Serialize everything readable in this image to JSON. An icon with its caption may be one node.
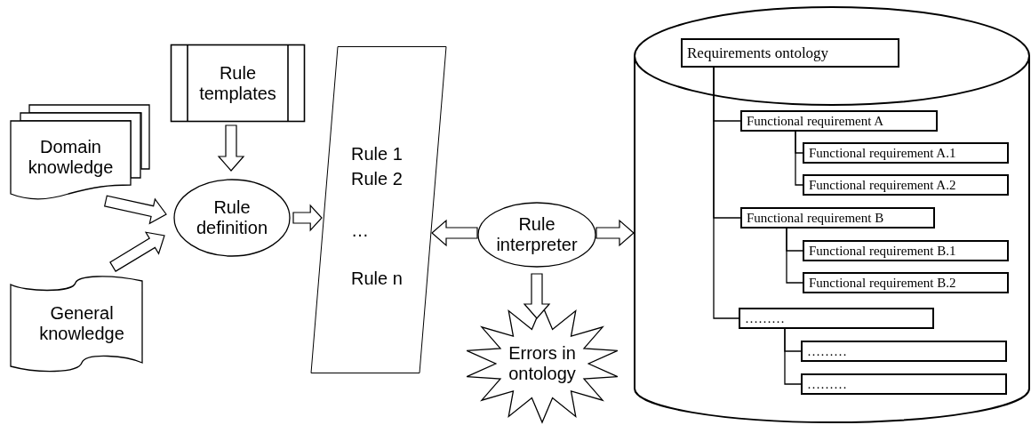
{
  "diagram": {
    "nodes": [
      {
        "text": [
          "Rule templates"
        ]
      },
      {
        "text": [
          "Domain knowledge"
        ]
      },
      {
        "text": [
          "Rule definition"
        ]
      },
      {
        "text": [
          "General knowledge"
        ]
      },
      {
        "text": [
          "Rule 1",
          "Rule 2",
          "…",
          "Rule n"
        ]
      },
      {
        "text": [
          "Rule interpreter"
        ]
      },
      {
        "text": [
          "Errors in ontology"
        ]
      },
      {
        "text": [],
        "shape": "cylinder"
      },
      {
        "text": [
          "Requirements ontology"
        ],
        "in": 7
      },
      {
        "text": [
          "Functional requirement A"
        ],
        "in": 7
      },
      {
        "text": [
          "Functional requirement A.1"
        ],
        "in": 7
      },
      {
        "text": [
          "Functional requirement A.2"
        ],
        "in": 7
      },
      {
        "text": [
          "Functional requirement B"
        ],
        "in": 7
      },
      {
        "text": [
          "Functional requirement B.1"
        ],
        "in": 7
      },
      {
        "text": [
          "Functional requirement B.2"
        ],
        "in": 7
      },
      {
        "text": [
          "………"
        ],
        "in": 7
      },
      {
        "text": [
          "………"
        ],
        "in": 7
      },
      {
        "text": [
          "………"
        ],
        "in": 7
      }
    ],
    "edges": [
      {
        "from": 0,
        "to": 2,
        "arrow": "to"
      },
      {
        "from": 1,
        "to": 2,
        "arrow": "to"
      },
      {
        "from": 3,
        "to": 2,
        "arrow": "to"
      },
      {
        "from": 2,
        "to": 4,
        "arrow": "to"
      },
      {
        "from": 5,
        "to": 4,
        "arrow": "to"
      },
      {
        "from": 5,
        "to": 7,
        "arrow": "to"
      },
      {
        "from": 5,
        "to": 6,
        "arrow": "to"
      },
      {
        "from": 8,
        "to": 9,
        "arrow": "none"
      },
      {
        "from": 9,
        "to": 10,
        "arrow": "none"
      },
      {
        "from": 9,
        "to": 11,
        "arrow": "none"
      },
      {
        "from": 8,
        "to": 12,
        "arrow": "none"
      },
      {
        "from": 12,
        "to": 13,
        "arrow": "none"
      },
      {
        "from": 12,
        "to": 14,
        "arrow": "none"
      },
      {
        "from": 8,
        "to": 15,
        "arrow": "none"
      },
      {
        "from": 15,
        "to": 16,
        "arrow": "none"
      },
      {
        "from": 15,
        "to": 17,
        "arrow": "none"
      }
    ]
  }
}
